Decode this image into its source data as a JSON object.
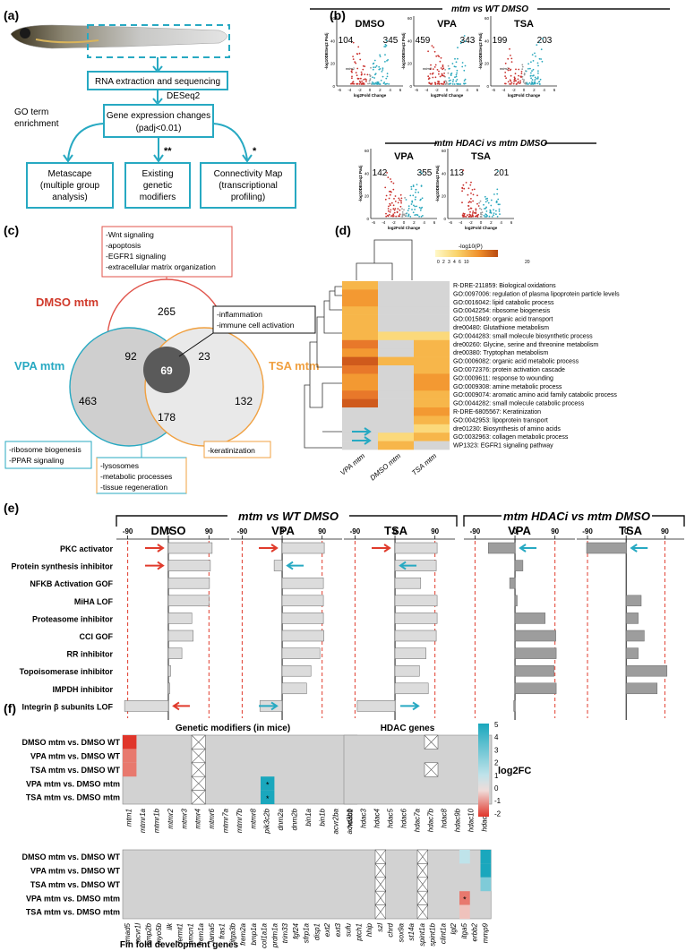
{
  "panels": {
    "a": "(a)",
    "b": "(b)",
    "c": "(c)",
    "d": "(d)",
    "e": "(e)",
    "f": "(f)"
  },
  "colors": {
    "teal": "#27a9c2",
    "red": "#d03a2b",
    "orange": "#f0a040",
    "gray": "#d2d2d2",
    "darkgray": "#555555",
    "pos": "#2aa8bd",
    "neg": "#e03b2c"
  },
  "flow": {
    "rna": "RNA extraction and sequencing",
    "deseq": "DESeq2",
    "gec_line1": "Gene expression changes",
    "gec_line2": "(padj<0.01)",
    "go_line1": "GO term",
    "go_line2": "enrichment",
    "metascape_line1": "Metascape",
    "metascape_line2": "(multiple group",
    "metascape_line3": "analysis)",
    "existing_line1": "Existing",
    "existing_line2": "genetic",
    "existing_line3": "modifiers",
    "existing_mark": "**",
    "cmap_line1": "Connectivity Map",
    "cmap_line2": "(transcriptional",
    "cmap_line3": "profiling)",
    "cmap_mark": "*"
  },
  "volcano": {
    "header_top": "mtm vs WT DMSO",
    "header_bottom": "mtm HDACi vs mtm DMSO",
    "ylabel": "-log10DESeq2 Padj",
    "xlabel": "log2Fold Change",
    "gene_label": "mtm1",
    "plots": [
      {
        "title": "DMSO",
        "down": "104",
        "up": "345"
      },
      {
        "title": "VPA",
        "down": "459",
        "up": "343"
      },
      {
        "title": "TSA",
        "down": "199",
        "up": "203"
      },
      {
        "title": "VPA",
        "down": "142",
        "up": "355"
      },
      {
        "title": "TSA",
        "down": "113",
        "up": "201"
      }
    ],
    "yticks": [
      "60",
      "40",
      "20",
      "0"
    ],
    "xticks": [
      "-6",
      "-4",
      "-2",
      "0",
      "2",
      "4",
      "6"
    ]
  },
  "venn": {
    "dmso_label": "DMSO mtm",
    "vpa_label": "VPA mtm",
    "tsa_label": "TSA mtm",
    "n_dmso": "265",
    "n_vpa": "463",
    "n_tsa": "132",
    "n_dv": "92",
    "n_dt": "23",
    "n_vt": "178",
    "n_all": "69",
    "box_dmso": [
      "-Wnt signaling",
      "-apoptosis",
      "-EGFR1 signaling",
      "-extracellular matrix organization"
    ],
    "box_all": [
      "-inflammation",
      "-immune cell activation"
    ],
    "box_vpa": [
      "-ribosome biogenesis",
      "-PPAR signaling"
    ],
    "box_vt": [
      "-lysosomes",
      "-metabolic processes",
      "-tissue regeneration"
    ],
    "box_tsa": [
      "-keratinization"
    ]
  },
  "heatmap": {
    "legend_title": "-log10(P)",
    "legend_ticks": [
      "0",
      "2",
      "3",
      "4",
      "6",
      "10",
      "20"
    ],
    "columns": [
      "VPA mtm",
      "DMSO mtm",
      "TSA mtm"
    ],
    "rows": [
      "R-DRE-211859: Biological oxidations",
      "GO:0097006: regulation of plasma lipoprotein particle levels",
      "GO:0016042: lipid catabolic process",
      "GO:0042254: ribosome biogenesis",
      "GO:0015849: organic acid transport",
      "dre00480: Glutathione metabolism",
      "GO:0044283: small molecule biosynthetic process",
      "dre00260: Glycine, serine and threonine metabolism",
      "dre00380: Tryptophan metabolism",
      "GO:0006082: organic acid metabolic process",
      "GO:0072376: protein activation cascade",
      "GO:0009611: response to wounding",
      "GO:0009308: amine metabolic process",
      "GO:0009074: aromatic amino acid family catabolic process",
      "GO:0044282: small molecule catabolic process",
      "R-DRE-6805567: Keratinization",
      "GO:0042953: lipoprotein transport",
      "dre01230: Biosynthesis of amino acids",
      "GO:0032963: collagen metabolic process",
      "WP1323: EGFR1 signaling pathway"
    ],
    "values": [
      [
        3,
        0,
        0
      ],
      [
        4,
        0,
        0
      ],
      [
        4,
        0,
        0
      ],
      [
        3,
        0,
        0
      ],
      [
        3,
        0,
        0
      ],
      [
        3,
        0,
        0
      ],
      [
        3,
        2,
        2
      ],
      [
        5,
        0,
        3
      ],
      [
        4,
        0,
        3
      ],
      [
        6,
        3,
        3
      ],
      [
        5,
        0,
        3
      ],
      [
        4,
        0,
        4
      ],
      [
        4,
        0,
        4
      ],
      [
        5,
        0,
        3
      ],
      [
        6,
        0,
        3
      ],
      [
        0,
        0,
        4
      ],
      [
        0,
        0,
        3
      ],
      [
        0,
        0,
        2
      ],
      [
        0,
        2,
        3
      ],
      [
        0,
        3,
        0
      ]
    ]
  },
  "cmap": {
    "header_left": "mtm vs WT DMSO",
    "header_right": "mtm HDACi vs mtm DMSO",
    "cols": [
      "DMSO",
      "VPA",
      "TSA",
      "VPA",
      "TSA"
    ],
    "axis_ticks": [
      "-90",
      "0",
      "90"
    ],
    "rows": [
      "PKC activator",
      "Protein synthesis inhibitor",
      "NFKB Activation GOF",
      "MiHA LOF",
      "Proteasome inhibitor",
      "CCI GOF",
      "RR inhibitor",
      "Topoisomerase inhibitor",
      "IMPDH inhibitor",
      "Integrin β subunits LOF"
    ],
    "values": [
      [
        97,
        95,
        95,
        -60,
        -92
      ],
      [
        93,
        -18,
        93,
        18,
        0
      ],
      [
        91,
        93,
        58,
        -12,
        0
      ],
      [
        90,
        93,
        95,
        5,
        35
      ],
      [
        52,
        93,
        95,
        68,
        28
      ],
      [
        55,
        94,
        93,
        92,
        42
      ],
      [
        30,
        85,
        70,
        93,
        28
      ],
      [
        5,
        65,
        55,
        88,
        95
      ],
      [
        3,
        55,
        75,
        93,
        72
      ],
      [
        -97,
        -50,
        -85,
        -3,
        0
      ]
    ]
  },
  "genes": {
    "title_left": "Genetic modifiers (in mice)",
    "title_right": "HDAC genes",
    "footer": "Fin fold development genes",
    "legend_title": "log2FC",
    "legend_ticks": [
      "5",
      "4",
      "3",
      "2",
      "1",
      "0",
      "-1",
      "-2"
    ],
    "comparisons": [
      "DMSO mtm vs. DMSO WT",
      "VPA mtm vs. DMSO WT",
      "TSA mtm vs. DMSO WT",
      "VPA mtm vs. DMSO mtm",
      "TSA mtm vs. DMSO mtm"
    ],
    "modifiers": [
      "mtm1",
      "mtmr1a",
      "mtmr1b",
      "mtmr2",
      "mtmr3",
      "mtmr4",
      "mtmr6",
      "mtmr7a",
      "mtmr7b",
      "mtmr8",
      "pik3c2b",
      "dnm2a",
      "dnm2b",
      "bin1a",
      "bin1b",
      "acvr2ba",
      "acvr2bb"
    ],
    "hdac": [
      "hdac1",
      "hdac3",
      "hdac4",
      "hdac5",
      "hdac6",
      "hdac7a",
      "hdac7b",
      "hdac8",
      "hdac9b",
      "hdac10",
      "hdac11"
    ],
    "finfold": [
      "smad5",
      "acvr1l",
      "bmp2b",
      "myo5b",
      "ilk",
      "fermt1",
      "hmcn1",
      "frem1a",
      "lama5",
      "fras1",
      "itga3b",
      "frem2a",
      "bmp1a",
      "col1a1a",
      "prdm1a",
      "trim33",
      "fgf24",
      "sfrp1a",
      "disp1",
      "ext2",
      "ext3",
      "sufu",
      "ptch1",
      "hhip",
      "szl",
      "chrd",
      "sox9a",
      "st14a",
      "spint1a",
      "spint1b",
      "clint1a",
      "lgl2",
      "itga5",
      "erbb2",
      "mmp9"
    ],
    "star": "*"
  }
}
